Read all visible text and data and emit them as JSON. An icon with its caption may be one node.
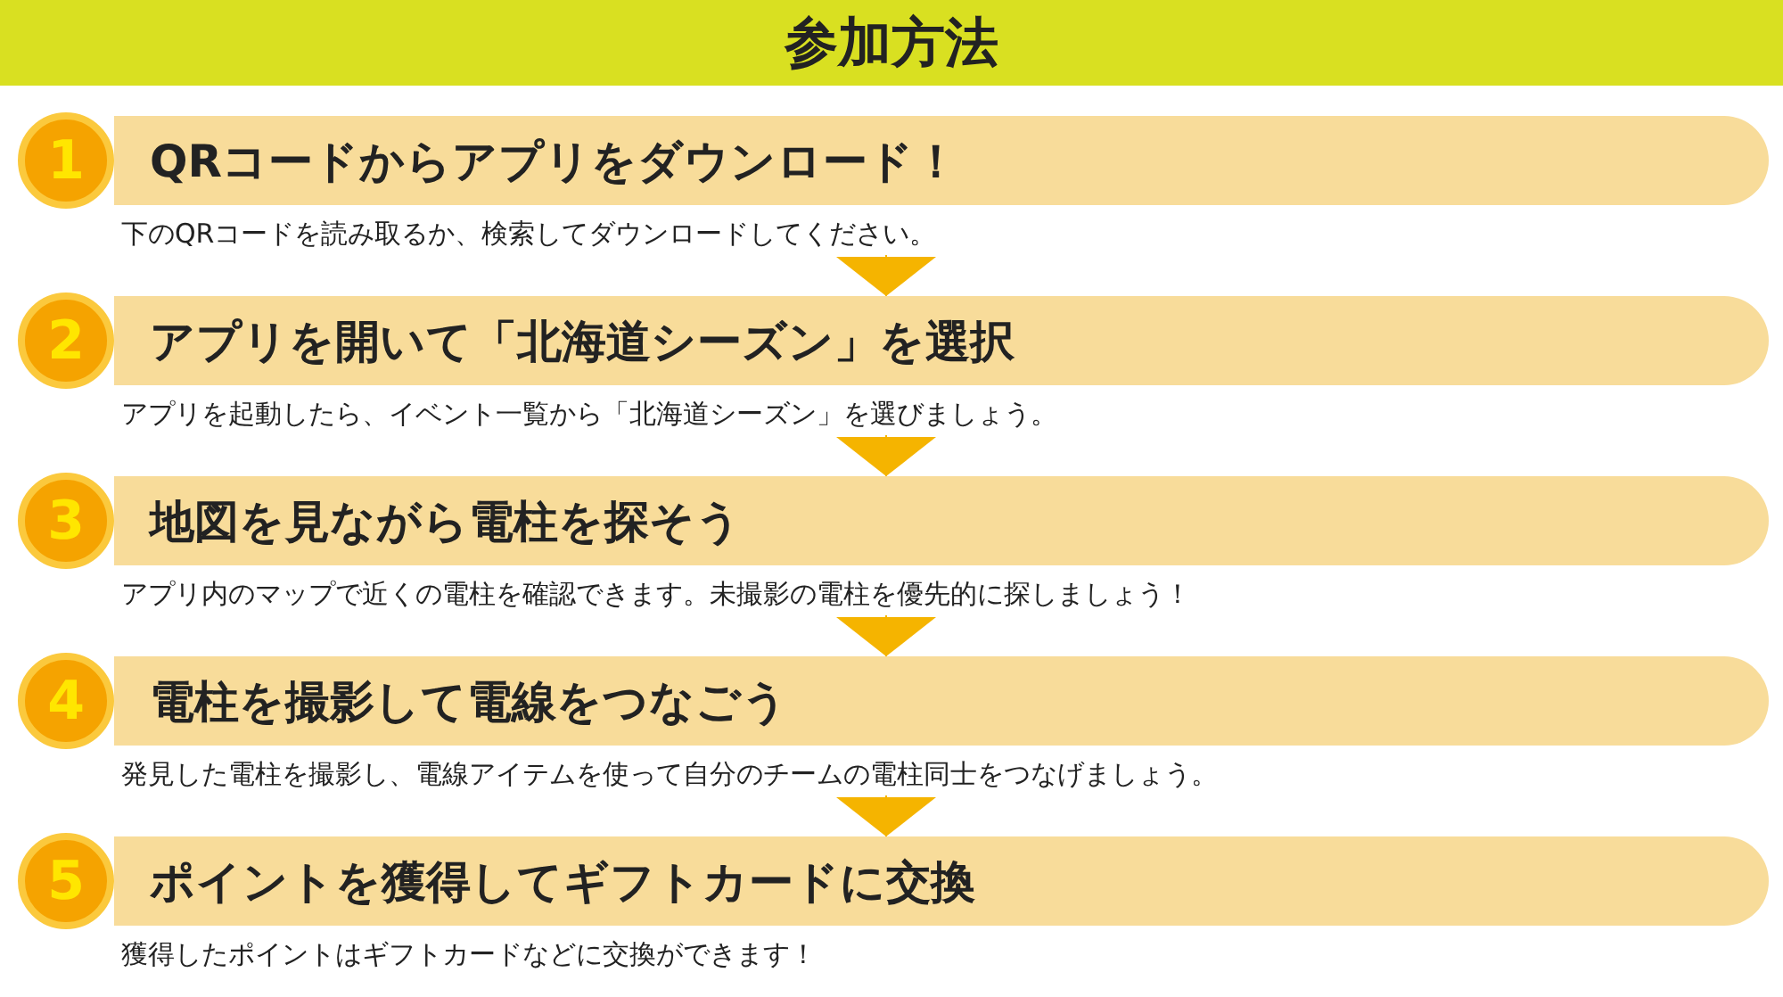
{
  "diagram": {
    "title": "参加方法",
    "nodes": [
      {
        "text": [
          "1"
        ]
      },
      {
        "text": [
          "QRコードからアプリをダウンロード！"
        ],
        "beside": [
          "下のQRコードを読み取るか、検索してダウンロードしてください。"
        ]
      },
      {
        "text": [
          "2"
        ]
      },
      {
        "text": [
          "アプリを開いて「北海道シーズン」を選択"
        ],
        "beside": [
          "アプリを起動したら、イベント一覧から「北海道シーズン」を選びましょう。"
        ]
      },
      {
        "text": [
          "3"
        ]
      },
      {
        "text": [
          "地図を見ながら電柱を探そう"
        ],
        "beside": [
          "アプリ内のマップで近くの電柱を確認できます。未撮影の電柱を優先的に探しましょう！"
        ]
      },
      {
        "text": [
          "4"
        ]
      },
      {
        "text": [
          "電柱を撮影して電線をつなごう"
        ],
        "beside": [
          "発見した電柱を撮影し、電線アイテムを使って自分のチームの電柱同士をつなげましょう。"
        ]
      },
      {
        "text": [
          "5"
        ]
      },
      {
        "text": [
          "ポイントを獲得してギフトカードに交換"
        ],
        "beside": [
          "獲得したポイントはギフトカードなどに交換ができます！"
        ]
      }
    ],
    "edges": [
      {
        "from": 1,
        "to": 3,
        "arrow": "to"
      },
      {
        "from": 3,
        "to": 5,
        "arrow": "to"
      },
      {
        "from": 5,
        "to": 7,
        "arrow": "to"
      },
      {
        "from": 7,
        "to": 9,
        "arrow": "to"
      }
    ]
  }
}
